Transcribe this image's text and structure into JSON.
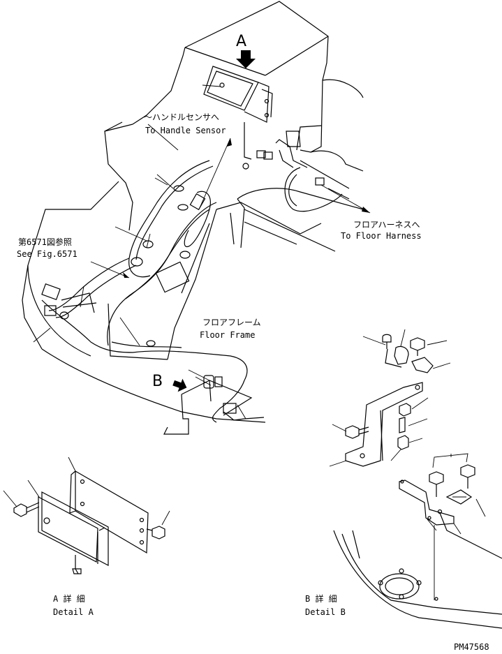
{
  "labels": {
    "marker_a": "A",
    "marker_b": "B",
    "handle_sensor_jp": "～ハンドルセンサへ",
    "handle_sensor_en": "To Handle Sensor",
    "floor_harness_jp": "フロアハーネスへ",
    "floor_harness_en": "To Floor Harness",
    "see_fig_jp": "第6571図参照",
    "see_fig_en": "See Fig.6571",
    "floor_frame_jp": "フロアフレーム",
    "floor_frame_en": "Floor Frame",
    "detail_a_jp": "A 詳 細",
    "detail_a_en": "Detail A",
    "detail_b_jp": "B 詳 細",
    "detail_b_en": "Detail B",
    "part_code": "PM47568"
  }
}
